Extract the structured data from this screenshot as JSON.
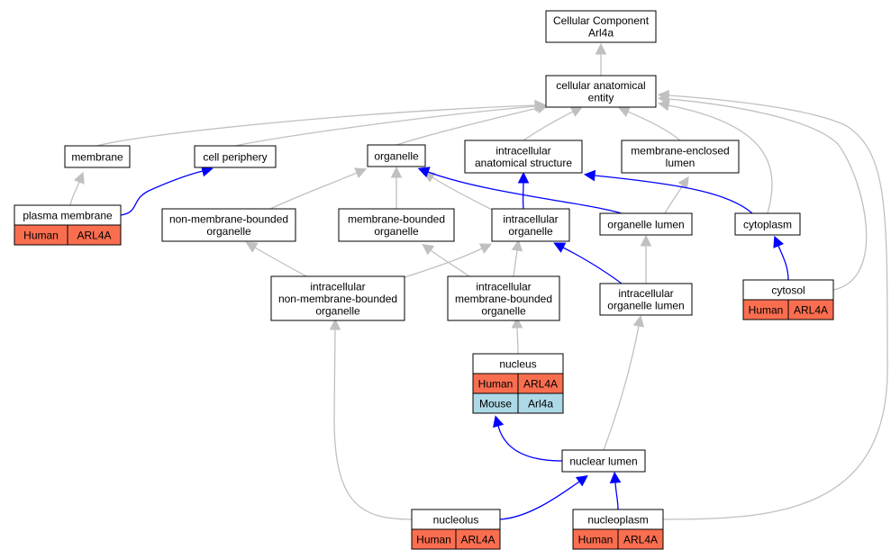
{
  "colors": {
    "edge_default": "#c0c0c0",
    "edge_highlight": "#0000ff",
    "human_fill": "#fa6e50",
    "mouse_fill": "#add8e6"
  },
  "nodes": {
    "root": [
      "Cellular Component",
      "Arl4a"
    ],
    "cae": [
      "cellular anatomical",
      "entity"
    ],
    "membrane": [
      "membrane"
    ],
    "cellperiphery": [
      "cell periphery"
    ],
    "organelle": [
      "organelle"
    ],
    "ias": [
      "intracellular",
      "anatomical structure"
    ],
    "mel": [
      "membrane-enclosed",
      "lumen"
    ],
    "pm": [
      "plasma membrane"
    ],
    "nmbo": [
      "non-membrane-bounded",
      "organelle"
    ],
    "mbo": [
      "membrane-bounded",
      "organelle"
    ],
    "io": [
      "intracellular",
      "organelle"
    ],
    "ol": [
      "organelle lumen"
    ],
    "cytoplasm": [
      "cytoplasm"
    ],
    "inmbo": [
      "intracellular",
      "non-membrane-bounded",
      "organelle"
    ],
    "imbo": [
      "intracellular",
      "membrane-bounded",
      "organelle"
    ],
    "iol": [
      "intracellular",
      "organelle lumen"
    ],
    "cytosol": [
      "cytosol"
    ],
    "nucleus": [
      "nucleus"
    ],
    "nuclearlumen": [
      "nuclear lumen"
    ],
    "nucleolus": [
      "nucleolus"
    ],
    "nucleoplasm": [
      "nucleoplasm"
    ]
  },
  "annotations": {
    "pm": [
      [
        "Human",
        "ARL4A"
      ]
    ],
    "cytosol": [
      [
        "Human",
        "ARL4A"
      ]
    ],
    "nucleus": [
      [
        "Human",
        "ARL4A"
      ],
      [
        "Mouse",
        "Arl4a"
      ]
    ],
    "nucleolus": [
      [
        "Human",
        "ARL4A"
      ]
    ],
    "nucleoplasm": [
      [
        "Human",
        "ARL4A"
      ]
    ]
  },
  "edges": [
    {
      "from": "cae",
      "to": "root",
      "highlight": false
    },
    {
      "from": "membrane",
      "to": "cae",
      "highlight": false
    },
    {
      "from": "cellperiphery",
      "to": "cae",
      "highlight": false
    },
    {
      "from": "organelle",
      "to": "cae",
      "highlight": false
    },
    {
      "from": "ias",
      "to": "cae",
      "highlight": false
    },
    {
      "from": "mel",
      "to": "cae",
      "highlight": false
    },
    {
      "from": "cytoplasm",
      "to": "cae",
      "highlight": false
    },
    {
      "from": "cytosol",
      "to": "cae",
      "highlight": false
    },
    {
      "from": "nucleoplasm",
      "to": "cae",
      "highlight": false
    },
    {
      "from": "pm",
      "to": "membrane",
      "highlight": false
    },
    {
      "from": "pm",
      "to": "cellperiphery",
      "highlight": true
    },
    {
      "from": "nmbo",
      "to": "organelle",
      "highlight": false
    },
    {
      "from": "mbo",
      "to": "organelle",
      "highlight": false
    },
    {
      "from": "io",
      "to": "organelle",
      "highlight": false
    },
    {
      "from": "ol",
      "to": "organelle",
      "highlight": true
    },
    {
      "from": "io",
      "to": "ias",
      "highlight": true
    },
    {
      "from": "ol",
      "to": "mel",
      "highlight": false
    },
    {
      "from": "cytoplasm",
      "to": "ias",
      "highlight": true
    },
    {
      "from": "inmbo",
      "to": "nmbo",
      "highlight": false
    },
    {
      "from": "inmbo",
      "to": "io",
      "highlight": false
    },
    {
      "from": "imbo",
      "to": "mbo",
      "highlight": false
    },
    {
      "from": "imbo",
      "to": "io",
      "highlight": false
    },
    {
      "from": "iol",
      "to": "io",
      "highlight": true
    },
    {
      "from": "iol",
      "to": "ol",
      "highlight": false
    },
    {
      "from": "cytosol",
      "to": "cytoplasm",
      "highlight": true
    },
    {
      "from": "nucleus",
      "to": "imbo",
      "highlight": false
    },
    {
      "from": "nuclearlumen",
      "to": "nucleus",
      "highlight": true
    },
    {
      "from": "nuclearlumen",
      "to": "iol",
      "highlight": false
    },
    {
      "from": "nucleolus",
      "to": "inmbo",
      "highlight": false
    },
    {
      "from": "nucleolus",
      "to": "nuclearlumen",
      "highlight": true
    },
    {
      "from": "nucleoplasm",
      "to": "nuclearlumen",
      "highlight": true
    }
  ]
}
